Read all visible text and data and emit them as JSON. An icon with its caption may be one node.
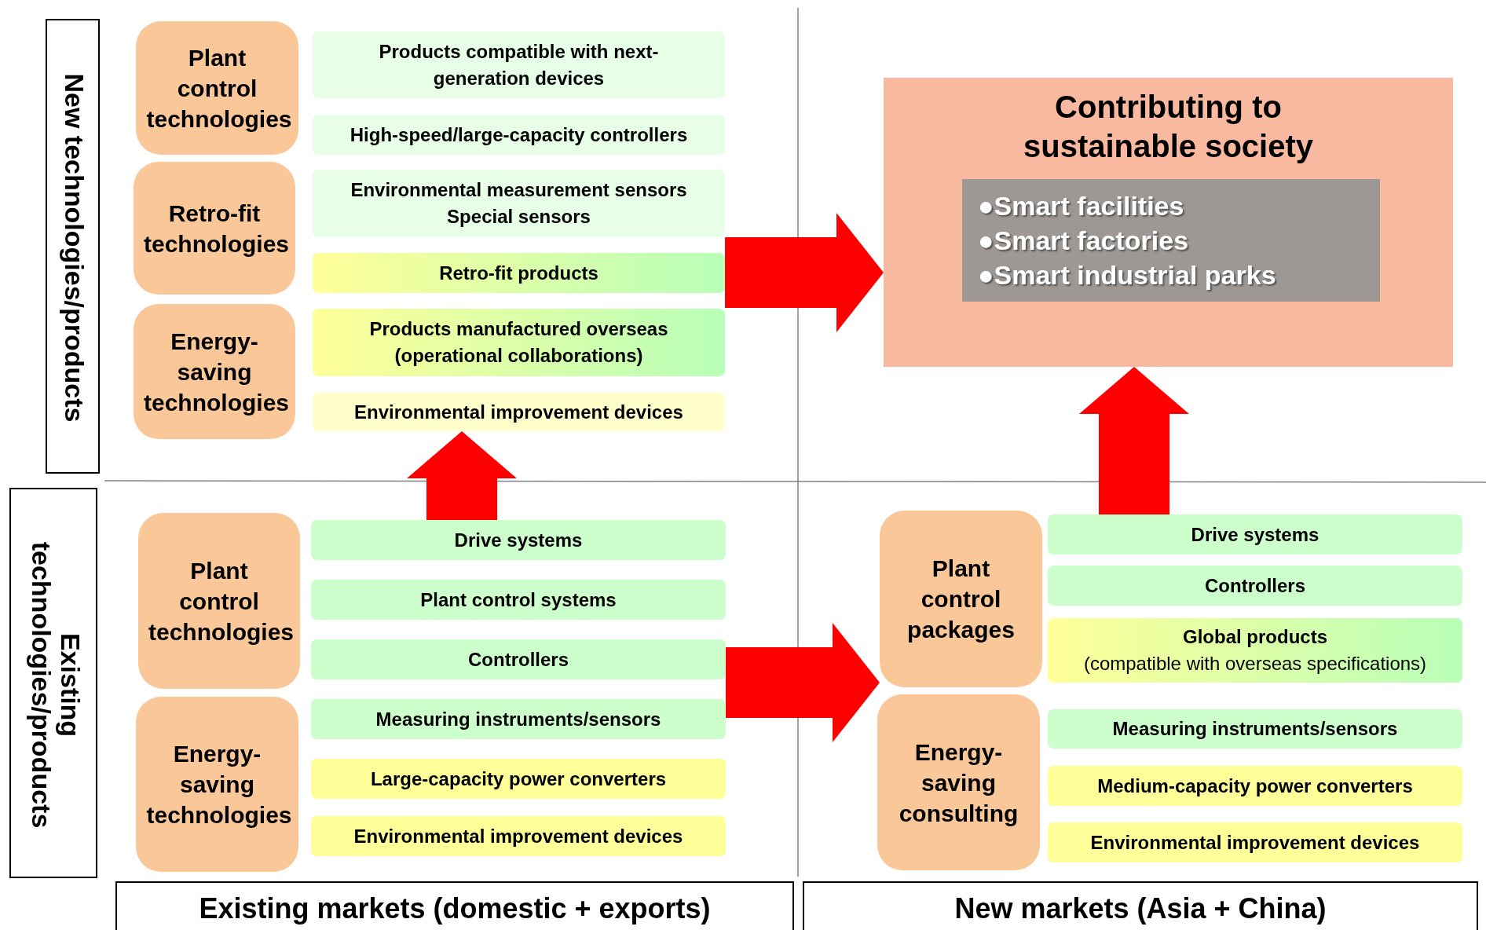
{
  "diagram": {
    "nodes": [
      {
        "text": [
          "New technologies/products"
        ]
      },
      {
        "text": [
          "Plant control technologies"
        ]
      },
      {
        "text": [
          "Products compatible with next-generation devices"
        ]
      },
      {
        "text": [
          "High-speed/large-capacity controllers"
        ]
      },
      {
        "text": [
          "Retro-fit technologies"
        ]
      },
      {
        "text": [
          "Environmental measurement sensors",
          "Special sensors"
        ]
      },
      {
        "text": [
          "Retro-fit products"
        ]
      },
      {
        "text": [
          "Energy-saving technologies"
        ]
      },
      {
        "text": [
          "Products manufactured overseas (operational collaborations)"
        ]
      },
      {
        "text": [
          "Environmental improvement devices"
        ]
      },
      {
        "text": [
          "Contributing to sustainable society"
        ]
      },
      {
        "text": [
          "●Smart facilities",
          "●Smart factories",
          "●Smart industrial parks"
        ],
        "in": 10
      },
      {
        "text": [
          "Existing",
          "technologies/products"
        ]
      },
      {
        "text": [
          "Plant control technologies"
        ]
      },
      {
        "text": [
          "Drive systems"
        ]
      },
      {
        "text": [
          "Plant control systems"
        ]
      },
      {
        "text": [
          "Controllers"
        ]
      },
      {
        "text": [
          "Energy-saving technologies"
        ]
      },
      {
        "text": [
          "Measuring instruments/sensors"
        ]
      },
      {
        "text": [
          "Large-capacity power converters"
        ]
      },
      {
        "text": [
          "Environmental improvement devices"
        ]
      },
      {
        "text": [
          "Plant control packages"
        ]
      },
      {
        "text": [
          "Drive systems"
        ]
      },
      {
        "text": [
          "Controllers"
        ]
      },
      {
        "text": [
          "Global products",
          "(compatible with overseas specifications)"
        ]
      },
      {
        "text": [
          "Energy-saving consulting"
        ]
      },
      {
        "text": [
          "Measuring instruments/sensors"
        ]
      },
      {
        "text": [
          "Medium-capacity power converters"
        ]
      },
      {
        "text": [
          "Environmental improvement devices"
        ]
      },
      {
        "text": [
          "Existing markets (domestic + exports)"
        ]
      },
      {
        "text": [
          "New markets (Asia + China)"
        ]
      }
    ],
    "edges": [
      {
        "from": 14,
        "to": 9,
        "arrow": "to"
      },
      {
        "from": 6,
        "to": 10,
        "arrow": "to"
      },
      {
        "from": 16,
        "to": 21,
        "arrow": "to"
      },
      {
        "from": 22,
        "to": 10,
        "arrow": "to"
      }
    ]
  }
}
